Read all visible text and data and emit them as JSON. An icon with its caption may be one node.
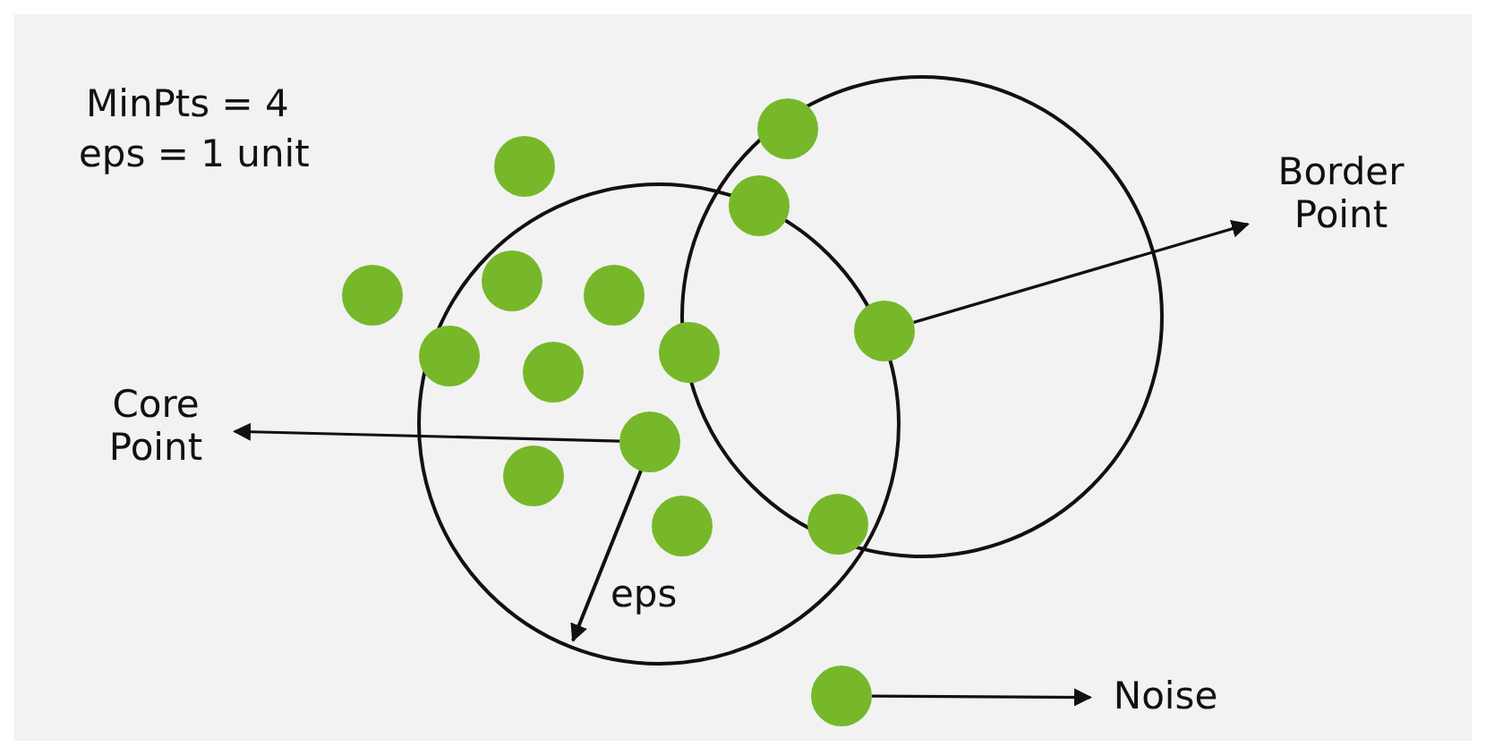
{
  "diagram": {
    "nodes": [
      {
        "text": [
          "Core Point"
        ]
      },
      {
        "text": [],
        "shape": "circle"
      },
      {
        "text": [
          "Border Point"
        ]
      },
      {
        "text": [],
        "shape": "circle"
      },
      {
        "text": [],
        "shape": "circle"
      },
      {
        "text": [
          "Noise"
        ]
      }
    ],
    "edges": [
      {
        "from": 1,
        "to": 0,
        "arrow": "to"
      },
      {
        "from": 3,
        "to": 2,
        "arrow": "to"
      },
      {
        "from": 4,
        "to": 5,
        "arrow": "to"
      }
    ],
    "labels": [
      "MinPts = 4",
      "eps = 1 unit",
      "eps"
    ]
  }
}
